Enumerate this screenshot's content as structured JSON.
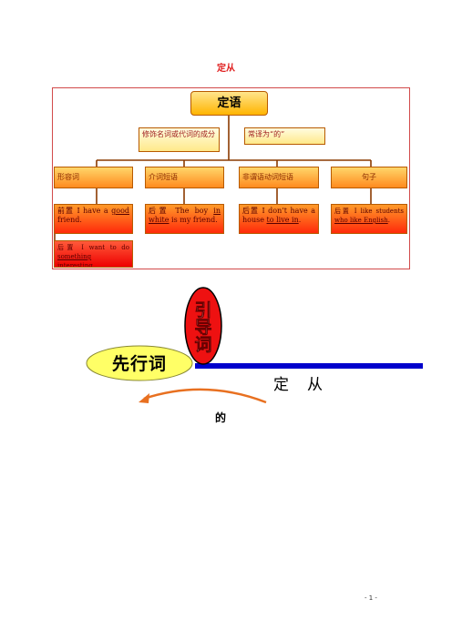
{
  "page": {
    "title": "定从",
    "page_number": "- 1 -"
  },
  "chart": {
    "root": "定语",
    "info": [
      "修饰名词或代词的成分",
      "常译为“的”"
    ],
    "categories": [
      "形容词",
      "介词短语",
      "非谓语动词短语",
      "句子"
    ],
    "examples": {
      "adj_pre": {
        "prefix": "前置 I have a ",
        "underline": "good",
        "suffix": " friend."
      },
      "adj_post": {
        "prefix": "后置 I want to do ",
        "underline": "something interesting",
        "suffix": "."
      },
      "prep": {
        "prefix": "后置 The boy ",
        "underline": "in white",
        "suffix": " is my friend."
      },
      "nonfinite": {
        "prefix": "后置 I don’t have a house ",
        "underline": "to live in",
        "suffix": "."
      },
      "clause": {
        "prefix": "后置 I like students ",
        "underline": "who like English",
        "suffix": "."
      }
    }
  },
  "diagram": {
    "antecedent": "先行词",
    "relative_word": [
      "引",
      "导",
      "词"
    ],
    "clause": "定从",
    "meaning": "的",
    "colors": {
      "oval_fill": "#ffff66",
      "bar": "#0000cc",
      "relative_fill": "#ee1111",
      "arrow": "#e87020"
    }
  }
}
